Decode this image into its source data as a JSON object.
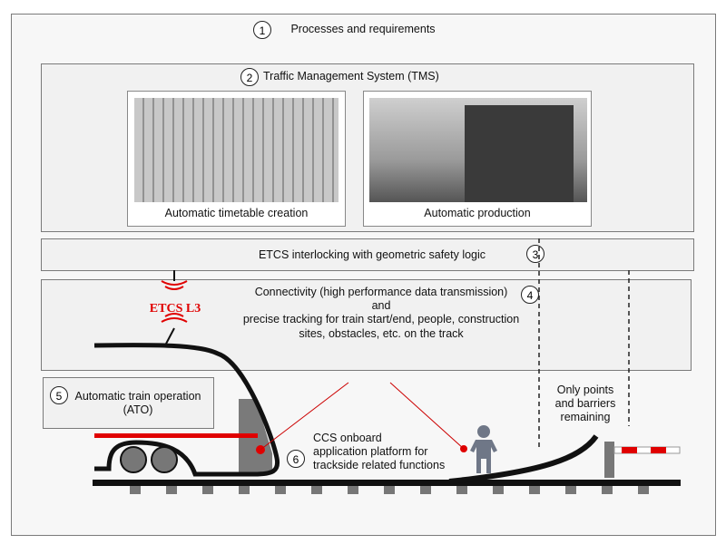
{
  "sections": {
    "processes": {
      "number": "1",
      "label": "Processes and requirements"
    },
    "tms": {
      "number": "2",
      "label": "Traffic Management System (TMS)"
    },
    "interlocking": {
      "number": "3",
      "label": "ETCS interlocking with geometric safety logic"
    },
    "connectivity": {
      "number": "4",
      "line1": "Connectivity (high performance data transmission)",
      "line2": "and",
      "line3": "precise tracking for train start/end, people, construction",
      "line4": "sites, obstacles, etc. on the track"
    },
    "ato": {
      "number": "5",
      "line1": "Automatic train operation",
      "line2": "(ATO)"
    },
    "ccs": {
      "number": "6",
      "line1": "CCS onboard",
      "line2": "application platform for",
      "line3": "trackside related functions"
    }
  },
  "images": [
    {
      "caption": "Automatic timetable creation"
    },
    {
      "caption": "Automatic production"
    }
  ],
  "etcs_label": "ETCS L3",
  "points_note": {
    "line1": "Only points",
    "line2": "and barriers",
    "line3": "remaining"
  },
  "colors": {
    "accent_red": "#e00000",
    "gray": "#777777",
    "person": "#6f7787"
  }
}
